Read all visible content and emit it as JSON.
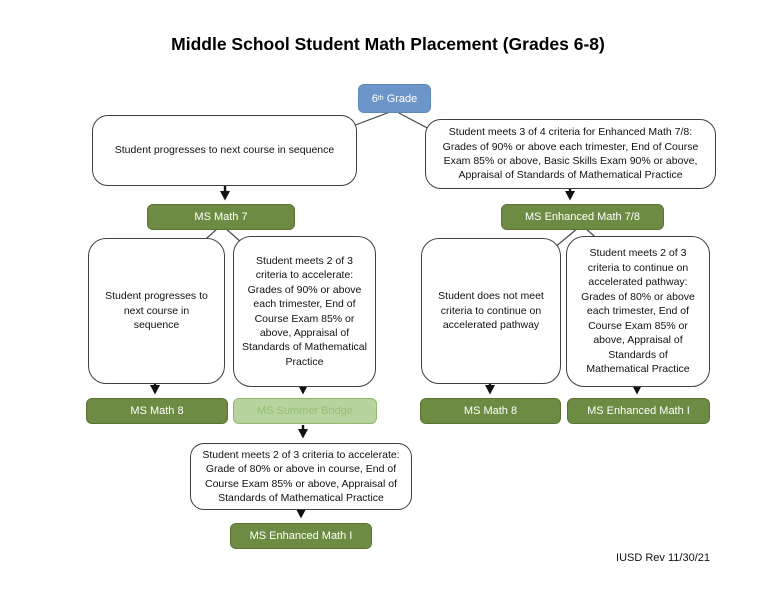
{
  "page": {
    "title": "Middle School Student Math Placement (Grades 6-8)",
    "footer": "IUSD Rev 11/30/21"
  },
  "colors": {
    "dark_green": "#6E8B44",
    "dark_green_border": "#5A7334",
    "light_green": "#B8D49E",
    "light_green_border": "#8FB871",
    "light_green_text": "#93BE71",
    "blue": "#6C96C9",
    "blue_border": "#5E88BD",
    "callout_border": "#404040",
    "arrow_black": "#111111"
  },
  "nodes": {
    "grade6": {
      "base": "6",
      "sup": "th",
      "rest": "Grade"
    },
    "progress_next_top": "Student progresses to next course in sequence",
    "criteria_enhanced_78": "Student meets 3 of 4 criteria for Enhanced Math 7/8: Grades of 90% or above each trimester, End of Course Exam 85% or above, Basic Skills Exam 90% or above, Appraisal of Standards of Mathematical Practice",
    "ms_math_7": "MS Math 7",
    "ms_enhanced_math_78": "MS Enhanced Math 7/8",
    "progress_next_mid": "Student progresses to next course in sequence",
    "criteria_accelerate_90": "Student meets 2 of 3 criteria to accelerate: Grades of 90% or above each trimester, End of Course Exam 85% or above, Appraisal of Standards of Mathematical Practice",
    "not_meet_criteria": "Student does not meet criteria to continue on accelerated pathway",
    "criteria_continue_80": "Student meets 2 of 3 criteria to continue on accelerated pathway: Grades of 80% or above each trimester, End of Course Exam 85% or above, Appraisal of Standards of Mathematical Practice",
    "ms_math_8_left": "MS Math 8",
    "ms_summer_bridge": "MS Summer Bridge",
    "ms_math_8_right": "MS Math 8",
    "ms_enhanced_math_1_right": "MS Enhanced Math I",
    "criteria_accelerate_80": "Student meets 2 of 3 criteria to accelerate: Grade of 80% or above in course, End of Course Exam 85% or above, Appraisal of Standards of Mathematical Practice",
    "ms_enhanced_math_1_bottom": "MS Enhanced Math I"
  }
}
